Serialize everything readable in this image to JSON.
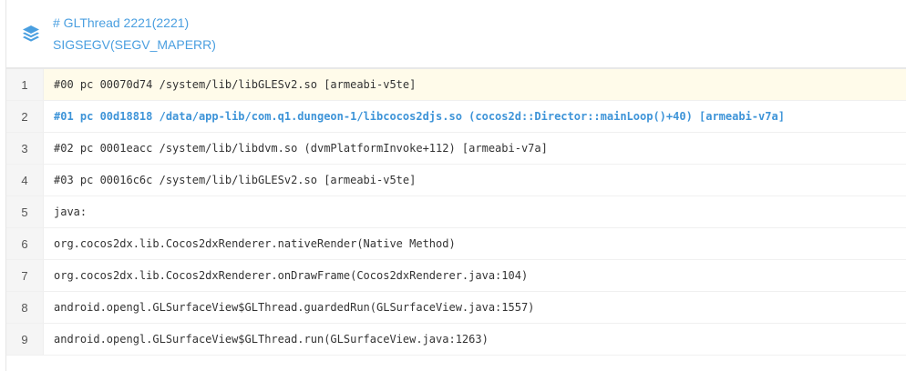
{
  "header": {
    "icon": "layers-icon",
    "thread": "# GLThread 2221(2221)",
    "signal": "SIGSEGV(SEGV_MAPERR)"
  },
  "accent": "#4a9fe0",
  "lines": [
    {
      "n": "1",
      "text": "#00 pc 00070d74 /system/lib/libGLESv2.so [armeabi-v5te]"
    },
    {
      "n": "2",
      "text": "#01 pc 00d18818 /data/app-lib/com.q1.dungeon-1/libcocos2djs.so (cocos2d::Director::mainLoop()+40) [armeabi-v7a]"
    },
    {
      "n": "3",
      "text": "#02 pc 0001eacc /system/lib/libdvm.so (dvmPlatformInvoke+112) [armeabi-v7a]"
    },
    {
      "n": "4",
      "text": "#03 pc 00016c6c /system/lib/libGLESv2.so [armeabi-v5te]"
    },
    {
      "n": "5",
      "text": "java:"
    },
    {
      "n": "6",
      "text": "org.cocos2dx.lib.Cocos2dxRenderer.nativeRender(Native Method)"
    },
    {
      "n": "7",
      "text": "org.cocos2dx.lib.Cocos2dxRenderer.onDrawFrame(Cocos2dxRenderer.java:104)"
    },
    {
      "n": "8",
      "text": "android.opengl.GLSurfaceView$GLThread.guardedRun(GLSurfaceView.java:1557)"
    },
    {
      "n": "9",
      "text": "android.opengl.GLSurfaceView$GLThread.run(GLSurfaceView.java:1263)"
    }
  ]
}
